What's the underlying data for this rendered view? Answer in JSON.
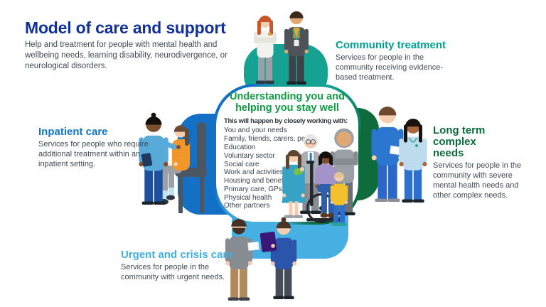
{
  "title": {
    "heading": "Model of care and support",
    "subtitle": "Help and treatment for people with mental health and wellbeing needs, learning disability, neurodivergence, or neurological disorders."
  },
  "centre": {
    "heading": "Understanding you and helping you stay well",
    "intro": "This will happen by closely working with:",
    "items": [
      "You and your needs",
      "Family, friends, carers, peers",
      "Education",
      "Voluntary sector",
      "Social care",
      "Work and activities",
      "Housing and benefits",
      "Primary care, GPs",
      "Physical health",
      "Other partners"
    ]
  },
  "sections": [
    {
      "id": "community",
      "label": "Community treatment",
      "description": "Services for people in the community receiving evidence-based treatment.",
      "color": "#00A392"
    },
    {
      "id": "longterm",
      "label": "Long term complex needs",
      "description": "Services for people in the community with severe mental health needs and other complex needs.",
      "color": "#0C6B3D"
    },
    {
      "id": "inpatient",
      "label": "Inpatient care",
      "description": "Services for people who require additional treatment within an inpatient setting.",
      "color": "#1074C8"
    },
    {
      "id": "urgent",
      "label": "Urgent and crisis care",
      "description": "Services for people in the community with urgent needs.",
      "color": "#3FAFE4"
    }
  ],
  "colors": {
    "title_text": "#10309C",
    "body_text": "#414B52",
    "centre_heading": "#0F9C42",
    "petal_community_teal": "#15A292",
    "petal_longterm_green": "#0E6B3C",
    "petal_urgent_lightblue": "#47B0E2",
    "petal_inpatient_blue": "#1470C4"
  }
}
